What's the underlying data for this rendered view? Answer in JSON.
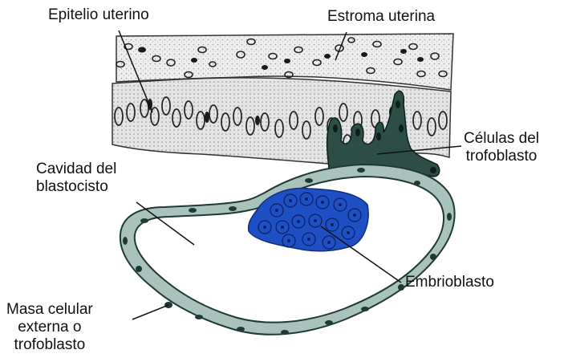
{
  "labels": {
    "epitelio": "Epitelio uterino",
    "estroma": "Estroma uterina",
    "celulas_trofoblasto": [
      "Células del",
      "trofoblasto"
    ],
    "cavidad": [
      "Cavidad del",
      "blastocisto"
    ],
    "embrioblasto": "Embrioblasto",
    "masa_celular": [
      "Masa celular",
      "externa o",
      "trofoblasto"
    ]
  },
  "colors": {
    "embryoblast": "#1f4fc4",
    "trophoblast": "#7fa39a",
    "trophoblast_dark": "#1e3a34",
    "stroma": "#d8d8d8",
    "line": "#111111"
  }
}
